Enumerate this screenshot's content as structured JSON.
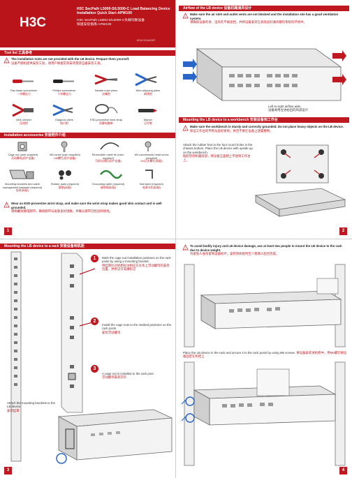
{
  "header": {
    "title_line1": "H3C SecPath L5000-S/L5000-C Load Balancing Device",
    "title_line2": "Installation Quick Start-APW100",
    "cn_line1": "H3C SecPath L5000-S/L5000-C负载均衡设备",
    "cn_line2": "快速安装指南-APW100",
    "code": "BOM:3916A0EP"
  },
  "brand": {
    "logo": "H3C",
    "accent": "#c01820"
  },
  "panel1": {
    "tools_title": "Tool list 工具参考",
    "tools_note_en": "The installation tools are not provided with the LB device. Prepare them yourself.",
    "tools_note_cn": "设备不随机提供安装工具，请用户根据实际安装需求自备安装工具。",
    "tools": [
      {
        "en": "Flat-blade screwdriver",
        "cn": "一字螺丝刀"
      },
      {
        "en": "Phillips screwdriver",
        "cn": "十字螺丝刀"
      },
      {
        "en": "Needle-nose pliers",
        "cn": "尖嘴钳"
      },
      {
        "en": "Wire-stripping pliers",
        "cn": "剥线钳"
      },
      {
        "en": "Wire crimper",
        "cn": "压线钳"
      },
      {
        "en": "Diagonal pliers",
        "cn": "斜口钳"
      },
      {
        "en": "ESD-preventive wrist strap",
        "cn": "防静电腕带"
      },
      {
        "en": "Marker",
        "cn": "记号笔"
      }
    ],
    "acc_title": "Installation accessories 安装附件介绍",
    "accessories": [
      {
        "en": "Cage nut (user-supplied)",
        "cn": "浮动螺母(用户自备)"
      },
      {
        "en": "M6 screw (user-supplied)",
        "cn": "M6螺钉(用户自备)"
      },
      {
        "en": "Removable cable tie (user-supplied)",
        "cn": "可拆扎线扣(用户自备)"
      },
      {
        "en": "M4 countersunk-head screw (required)",
        "cn": "M4沉头螺钉(标配)"
      },
      {
        "en": "Mounting brackets and cable management brackets (required)",
        "cn": "挂耳(标配)"
      },
      {
        "en": "Rubber pads (required)",
        "cn": "胶垫(标配)"
      },
      {
        "en": "Grounding cable (required)",
        "cn": "接地线(标配)"
      },
      {
        "en": "Bail latch (required)",
        "cn": "电源卡扣(标配)"
      }
    ],
    "esd_note_en": "Wear an ESD-preventive wrist strap, and make sure the wrist strap makes good skin contact and is well grounded.",
    "esd_note_cn": "请佩戴防静电腕带，确保腕带与皮肤良好接触，并确认腕带已经良好接地。",
    "page": "1"
  },
  "panel2": {
    "airflow_title": "Airflow of the LB device 设备机箱通风设计",
    "airflow_note_en": "Make sure the air inlet and outlet vents are not blocked and the installation site has a good ventilation system.",
    "airflow_note_cn": "请确保设备的进、出风孔不被遮挡，并将设备安装在具有良好通风散热系统的环境中。",
    "airflow_caption_en": "Left-to-right airflow aisle.",
    "airflow_caption_cn": "设备采用左进右出的风道设计",
    "bench_title": "Mounting the LB device to a workbench 安装设备到工作台",
    "bench_note_en": "Make sure the workbench is sturdy and correctly grounded. Do not place heavy objects on the LB device.",
    "bench_note_cn": "保证工作台的平稳与良好接地，并且不要在设备上放置重物。",
    "bench_text_en": "Attach the rubber feet to the four round holes in the chassis bottom. Place the LB device with upside up on the workbench.",
    "bench_text_cn": "贴胶垫到机箱底部，将设备正面朝上平放到工作台上。",
    "page": "2"
  },
  "panel3": {
    "rack_title": "Mounting the LB device to a rack 安装设备到机柜",
    "step1_en": "Mark the cage nut installation positions on the rack posts by using a mounting bracket.",
    "step1_cn": "用挂耳比对机柜标注相应方孔条上浮动螺母的安装位置，并用记号笔做标记",
    "step2_en": "Install the cage nuts to the marked positions on the rack posts.",
    "step2_cn": "安装浮动螺母",
    "step3_en": "A cage nut is installed to the rack post",
    "step3_cn": "浮动螺母安装完毕",
    "attach_en": "Attach the mounting brackets to the LB device.",
    "attach_cn": "安装挂耳",
    "steps": [
      "1",
      "2",
      "3"
    ],
    "page": "3"
  },
  "panel4": {
    "warn_en": "To avoid bodily injury and LB device damage, use at least two people to mount the LB device to the rack due to device weight.",
    "warn_cn": "为避免人身伤害和设备损坏，安装到机柜时至少需两人配合完成。",
    "place_en": "Place the LB device in the rack and secure it to the rack posts by using M6 screws.",
    "place_cn": "将设备安装进机柜中，用M6螺钉将设备固定在机柜上",
    "page": "4"
  }
}
